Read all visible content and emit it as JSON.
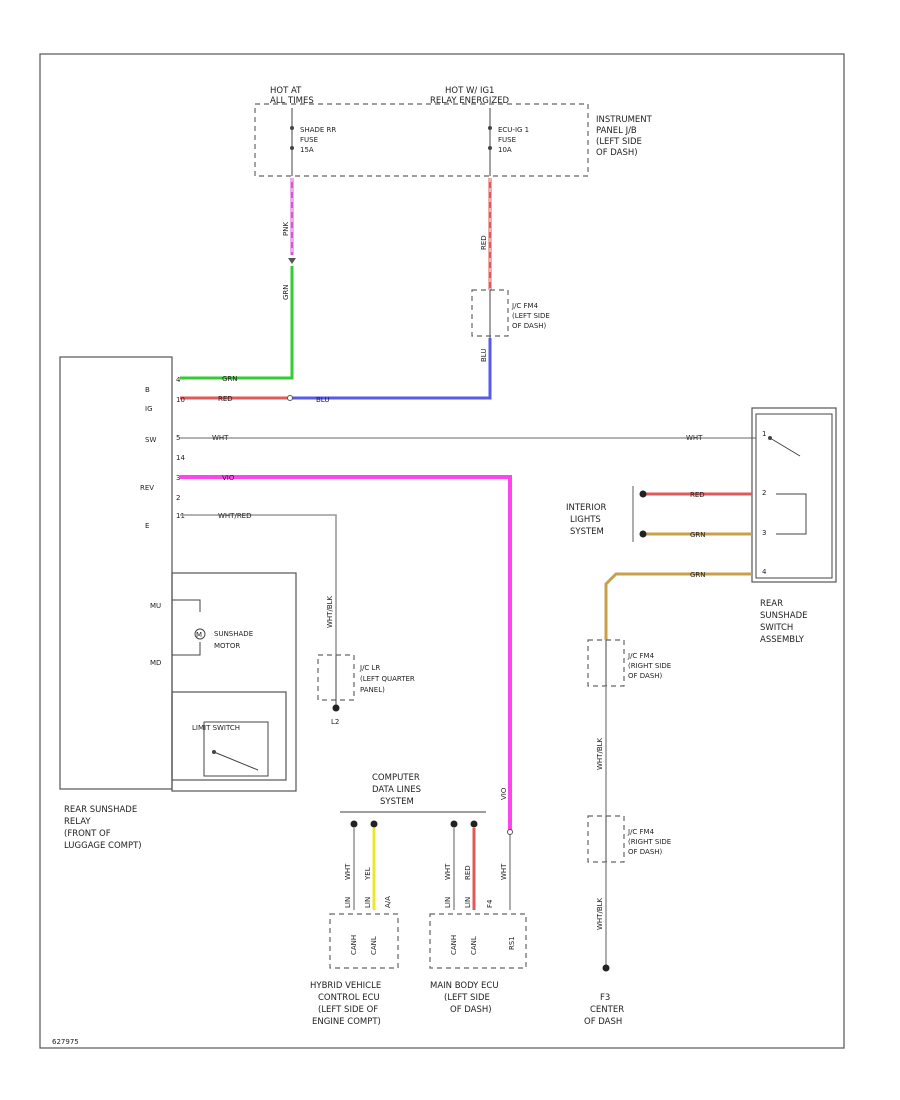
{
  "title": "Rear Sunshade Circuit",
  "fuse_box": {
    "hot_left": "HOT AT",
    "hot_left2": "ALL TIMES",
    "hot_right": "HOT W/ IG1",
    "hot_right2": "RELAY ENERGIZED",
    "fuse1_name": "SHADE RR",
    "fuse1_word": "FUSE",
    "fuse1_amp": "15A",
    "fuse2_name": "ECU-IG 1",
    "fuse2_word": "FUSE",
    "fuse2_amp": "10A",
    "jb_l1": "INSTRUMENT",
    "jb_l2": "PANEL J/B",
    "jb_l3": "(LEFT SIDE",
    "jb_l4": "OF DASH)"
  },
  "wires": {
    "pink1": "PNK",
    "grn": "GRN",
    "red1": "RED",
    "blu": "BLU",
    "blu_v": "BLU",
    "wht": "WHT",
    "wht2": "WHT",
    "vio": "VIO",
    "vio_v": "VIO",
    "whtred": "WHT/RED",
    "whtblk_v": "WHT/BLK",
    "red2": "RED",
    "grn2": "GRN",
    "grn3": "GRN",
    "whtblk2": "WHT/BLK",
    "whtblk3": "WHT/BLK",
    "wht_a": "WHT",
    "yel": "YEL",
    "wht_b": "WHT",
    "red3": "RED",
    "wht_c": "WHT"
  },
  "junctions": {
    "jc_fm_l1": "J/C FM4",
    "jc_fm_l2": "(LEFT SIDE",
    "jc_fm_l3": "OF DASH)",
    "jc_lr_l1": "J/C LR",
    "jc_lr_l2": "(LEFT QUARTER",
    "jc_lr_l3": "PANEL)",
    "gnd_l2": "L2",
    "jc_r1_l1": "J/C FM4",
    "jc_r1_l2": "(RIGHT SIDE",
    "jc_r1_l3": "OF DASH)",
    "jc_r2_l1": "J/C FM4",
    "jc_r2_l2": "(RIGHT SIDE",
    "jc_r2_l3": "OF DASH)",
    "gnd_f3_l1": "F3",
    "gnd_f3_l2": "CENTER",
    "gnd_f3_l3": "OF DASH"
  },
  "relay": {
    "pin_b": "B",
    "pin_ig": "IG",
    "pin_sw": "SW",
    "pin_rev": "REV",
    "pin_e": "E",
    "pin1": "4",
    "pin2": "10",
    "pin3": "5",
    "pin4": "14",
    "pin5": "3",
    "pin6": "2",
    "pin7": "11",
    "mtr_l1": "SUNSHADE",
    "mtr_l2": "MOTOR",
    "mu": "MU",
    "md": "MD",
    "limit": "LIMIT SWITCH",
    "name_l1": "REAR SUNSHADE",
    "name_l2": "RELAY",
    "name_l3": "(FRONT OF",
    "name_l4": "LUGGAGE COMPT)"
  },
  "interior": {
    "l1": "INTERIOR",
    "l2": "LIGHTS",
    "l3": "SYSTEM"
  },
  "switch": {
    "p1": "1",
    "p2": "2",
    "p3": "3",
    "p4": "4",
    "l1": "REAR",
    "l2": "SUNSHADE",
    "l3": "SWITCH",
    "l4": "ASSEMBLY"
  },
  "computer": {
    "l1": "COMPUTER",
    "l2": "DATA LINES",
    "l3": "SYSTEM"
  },
  "hv_ecu": {
    "pin1": "LIN",
    "pin2": "LIN",
    "p1": "CANH",
    "p2": "CANL",
    "p3": "A/A",
    "l1": "HYBRID VEHICLE",
    "l2": "CONTROL ECU",
    "l3": "(LEFT SIDE OF",
    "l4": "ENGINE COMPT)"
  },
  "body_ecu": {
    "pin1": "LIN",
    "pin2": "LIN",
    "pin3": "F4",
    "p1": "CANH",
    "p2": "CANL",
    "p3": "RS1",
    "l1": "MAIN BODY ECU",
    "l2": "(LEFT SIDE",
    "l3": "OF DASH)"
  },
  "footer": "627975",
  "colors": {
    "pink": "#d35ad3",
    "green": "#33cc33",
    "red": "#e05a5a",
    "blue": "#5a5ae8",
    "magenta": "#ff44ee",
    "tan": "#c9a04a",
    "yellow": "#e8e830",
    "gray": "#9a9a9a"
  }
}
